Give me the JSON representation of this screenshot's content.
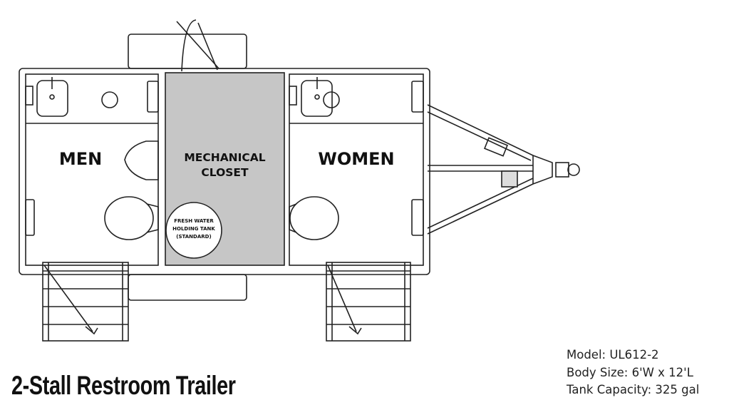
{
  "diagram": {
    "title": "2-Stall Restroom Trailer",
    "rooms": {
      "men": "MEN",
      "mechanical_line1": "MECHANICAL",
      "mechanical_line2": "CLOSET",
      "women": "WOMEN"
    },
    "tank": {
      "line1": "FRESH WATER",
      "line2": "HOLDING TANK",
      "line3": "(STANDARD)"
    },
    "specs": {
      "model": "Model: UL612-2",
      "body_size": "Body Size: 6'W x 12'L",
      "tank_capacity": "Tank Capacity: 325 gal"
    },
    "colors": {
      "closet_fill": "#c6c6c6",
      "line": "#222222"
    }
  }
}
